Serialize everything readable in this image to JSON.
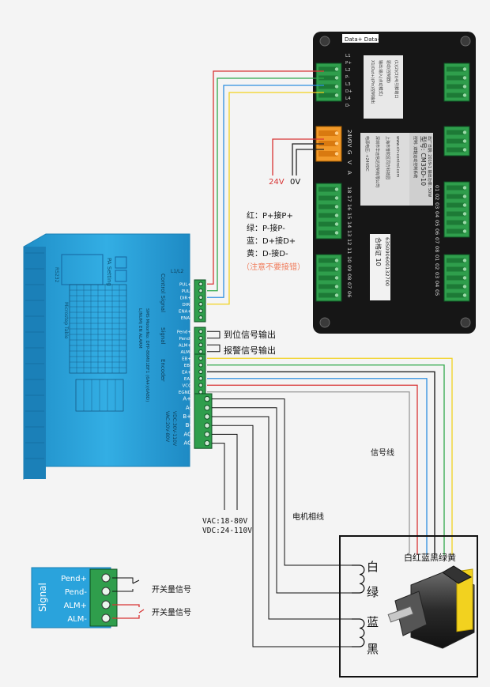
{
  "controller": {
    "header_tag": "Data+ Data-",
    "top_labels": [
      "L1",
      "P+",
      "L2",
      "P-",
      "L3",
      "D+",
      "L4",
      "D-"
    ],
    "sticker_lines": [
      "X1(Out+)(Pin)控制输出",
      "输出:输入(点动模式)",
      "驱动(控制器)",
      "(1)(2)(3)(4)引脚端口"
    ],
    "power_labels": [
      "24V",
      "0V",
      "G",
      "V",
      "A"
    ],
    "info_lines": [
      "电源电压: +24VDC",
      "深圳市华远信达控制有限公司",
      "上海市普陀区同方科技园",
      "www.xin-control.com"
    ],
    "model_text": "型号: CM35D-10",
    "brand_text": "控制: 双轴运动控制系统",
    "detail_text": "出厂日期: 2019-1 输出功率: 50W",
    "pin_numbers": [
      "18",
      "17",
      "16",
      "15",
      "14",
      "13",
      "12",
      "11",
      "10",
      "09",
      "08",
      "07",
      "06"
    ],
    "cert_text": "合格证 10",
    "serial_text": "63S090600132700",
    "right_pin_numbers": [
      "01",
      "02",
      "03",
      "04",
      "05",
      "06",
      "07",
      "08",
      "01",
      "02",
      "03",
      "04",
      "05"
    ]
  },
  "voltage_labels": {
    "v24": "24V",
    "v0": "0V"
  },
  "wiring_notes": {
    "lines": [
      "红：P+接P+",
      "绿：P-接P-",
      "蓝：D+接D+",
      "黄：D-接D-"
    ],
    "warning": "（注意不要接错）"
  },
  "driver": {
    "rs232": "RS232",
    "pa_setting": "PA Setting",
    "table_title": "Microstep Table",
    "terminal_top": "L1/L2",
    "control_title": "Control Signal",
    "control_pins": [
      "PUL+",
      "PUL-",
      "DIR+",
      "DIR-",
      "ENA+",
      "ENA-"
    ],
    "signal_title": "Signal",
    "signal_pins": [
      "Pend+",
      "Pend-",
      "ALM+",
      "ALM-"
    ],
    "encoder_title": "Encoder",
    "encoder_pins": [
      "EB+",
      "EB-",
      "EA+",
      "EA-",
      "VCC",
      "EGND"
    ],
    "motor_pins": [
      "A+",
      "A-",
      "B+",
      "B-",
      "AC",
      "AC"
    ],
    "power_spec": [
      "VAC:20V-80V",
      "VDC:30V-110V"
    ],
    "model_lines": [
      "L(NUM) EN ALARM",
      "SMS MotorNo: DFP-86M01BF1 (6A4)(6A8D)"
    ]
  },
  "signal_output_labels": {
    "pend": "到位信号输出",
    "alarm": "报警信号输出"
  },
  "power_range": [
    "VAC:18-80V",
    "VDC:24-110V"
  ],
  "cable_labels": {
    "signal_line": "信号线",
    "motor_phase_line": "电机相线"
  },
  "motor": {
    "encoder_colors_label": "白红蓝黑绿黄",
    "phase_labels": [
      "白",
      "绿",
      "蓝",
      "黑"
    ]
  },
  "inset": {
    "title": "Signal",
    "pins": [
      "Pend+",
      "Pend-",
      "ALM+",
      "ALM-"
    ],
    "switch_label_1": "开关量信号",
    "switch_label_2": "开关量信号"
  },
  "colors": {
    "red": "#d83434",
    "green": "#2fa84a",
    "blue": "#2f8fe0",
    "yellow": "#f2d21f",
    "driver_blue": "#2aa3dc",
    "terminal_green": "#2f9e4c",
    "warning_orange": "#f07b5a"
  }
}
